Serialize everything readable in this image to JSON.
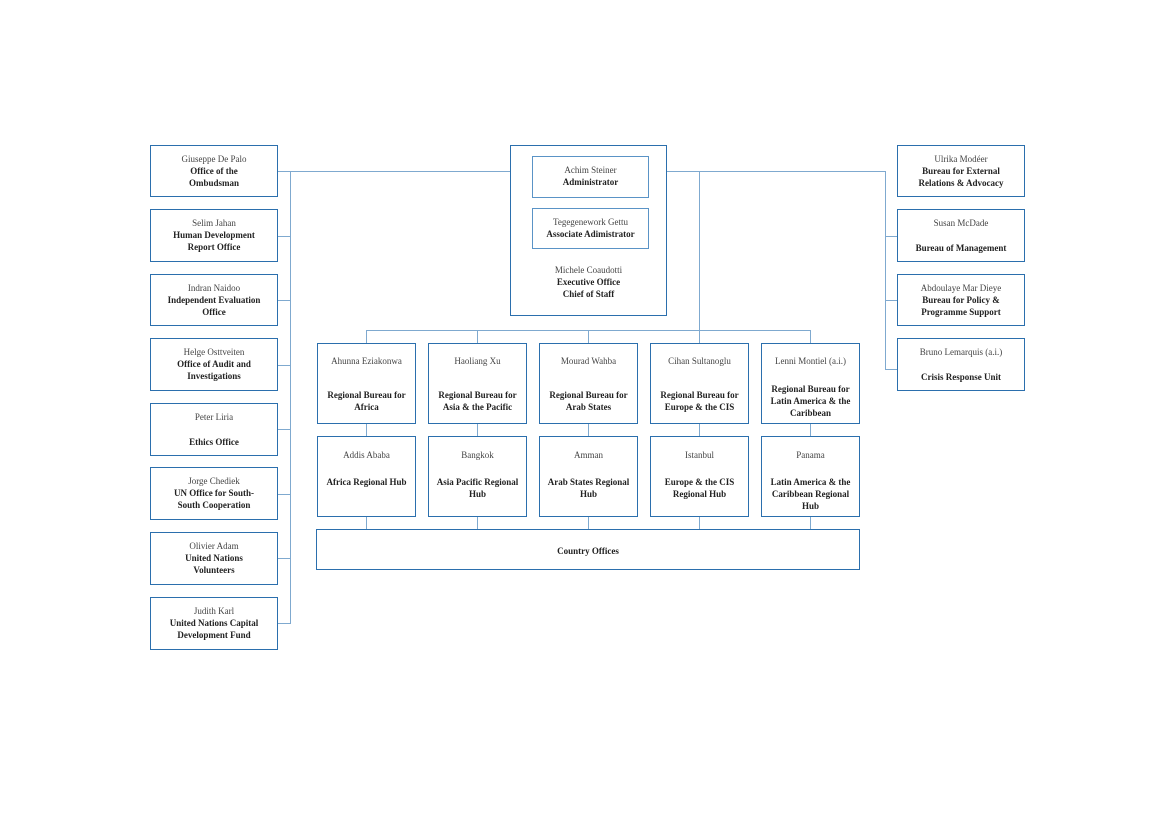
{
  "left_column": [
    {
      "name": "Giuseppe De Palo",
      "title": "Office of the Ombudsman"
    },
    {
      "name": "Selim Jahan",
      "title": "Human Development Report Office"
    },
    {
      "name": "Indran Naidoo",
      "title": "Independent Evaluation Office"
    },
    {
      "name": "Helge Osttveiten",
      "title": "Office of Audit and Investigations"
    },
    {
      "name": "Peter Liria",
      "title": "Ethics Office"
    },
    {
      "name": "Jorge Chediek",
      "title": "UN Office for South-South Cooperation"
    },
    {
      "name": "Olivier Adam",
      "title": "United Nations Volunteers"
    },
    {
      "name": "Judith Karl",
      "title": "United Nations Capital Development Fund"
    }
  ],
  "center": {
    "administrator": {
      "name": "Achim Steiner",
      "title": "Administrator"
    },
    "associate": {
      "name": "Tegegenework Gettu",
      "title": "Associate Adimistrator"
    },
    "executive": {
      "name": "Michele Coaudotti",
      "title": "Executive Office Chief of Staff"
    }
  },
  "right_column": [
    {
      "name": "Ulrika Modéer",
      "title": "Bureau for External Relations & Advocacy"
    },
    {
      "name": "Susan McDade",
      "title": "Bureau of Management"
    },
    {
      "name": "Abdoulaye Mar Dieye",
      "title": "Bureau for Policy & Programme Support"
    },
    {
      "name": "Bruno Lemarquis (a.i.)",
      "title": "Crisis Response Unit"
    }
  ],
  "regional_bureaus": [
    {
      "name": "Ahunna Eziakonwa",
      "title": "Regional Bureau for Africa"
    },
    {
      "name": "Haoliang Xu",
      "title": "Regional Bureau for Asia & the Pacific"
    },
    {
      "name": "Mourad Wahba",
      "title": "Regional Bureau for Arab States"
    },
    {
      "name": "Cihan Sultanoglu",
      "title": "Regional Bureau for Europe & the CIS"
    },
    {
      "name": "Lenni Montiel (a.i.)",
      "title": "Regional Bureau for Latin America & the Caribbean"
    }
  ],
  "regional_hubs": [
    {
      "name": "Addis Ababa",
      "title": "Africa Regional Hub"
    },
    {
      "name": "Bangkok",
      "title": "Asia Pacific Regional Hub"
    },
    {
      "name": "Amman",
      "title": "Arab States Regional Hub"
    },
    {
      "name": "Istanbul",
      "title": "Europe & the CIS Regional Hub"
    },
    {
      "name": "Panama",
      "title": "Latin America & the Caribbean Regional Hub"
    }
  ],
  "country_offices": {
    "label": "Country Offices"
  },
  "colors": {
    "border": "#2b6fad",
    "connector": "#7fa9cf"
  }
}
